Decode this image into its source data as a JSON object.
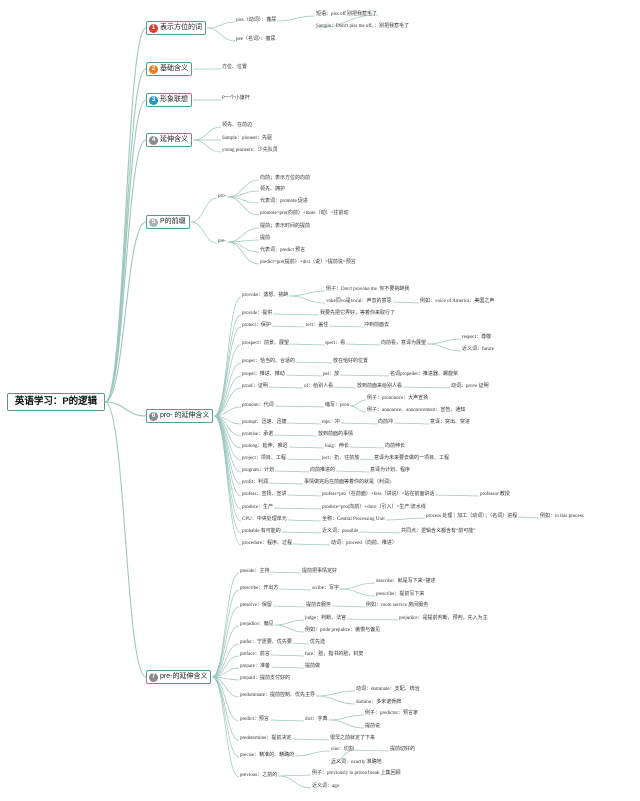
{
  "root": {
    "title": "英语学习：P的逻辑"
  },
  "branches": [
    {
      "num": "1",
      "color": "#e03c31",
      "label": "表示方位的词"
    },
    {
      "num": "2",
      "color": "#f07c1c",
      "label": "基础含义"
    },
    {
      "num": "3",
      "color": "#2196c8",
      "label": "形象联想"
    },
    {
      "num": "4",
      "color": "#8a8a8a",
      "label": "延伸含义"
    },
    {
      "num": "5",
      "color": "#b0b0b0",
      "label": "P的前缀"
    },
    {
      "num": "6",
      "color": "#8a8a8a",
      "label": "pro- 的延伸含义"
    },
    {
      "num": "7",
      "color": "#8a8a8a",
      "label": "pre-的延伸含义"
    }
  ],
  "nodes": [
    "piss（动词）：撒尿",
    "短语：piss off 别把我惹毛了",
    "Sample：Dont't piss me off。：别把我惹毛了",
    "pee（名词）：撒尿",
    "方位、位置",
    "P一个小旗杆",
    "领先、在前边",
    "Sample：pioneer：先驱",
    "young pioneers：少先队员",
    "pro-",
    "向前；表示方位的向前",
    "领先、拥护",
    "代表词：promote 促进",
    "promote=pro(向前）+mote（动）=往前动",
    "pre-",
    "提前；表示时间的提前",
    "提前",
    "代表词：predict 预言",
    "predict=pre(提前）+dict（说）=提前说=预言",
    "provoke：激怒、挑衅",
    "例子：Don't provoke me. 你不要挑衅我",
    "voke同vo是vocal：声音的意思",
    "例如：voice of America：美国之声",
    "provide：提供",
    "我要先把它弄好，等着你来取行了",
    "protect：保护",
    "tect：盖住",
    "冲到前面去",
    "prospect：前景、展望",
    "spect：看",
    "向前看，意译为展望",
    "respect：尊敬",
    "近义词：future",
    "proper：恰当的、合适的",
    "放在恰好的位置",
    "propel：推进、推动",
    "pel：放",
    "名词propeller：推进器、螺旋桨",
    "proof：证明",
    "of：给别人看",
    "放到前面来给别人看",
    "动词：prove 证明",
    "pronoun：代词",
    "缩写：pron",
    "例子：pronounce：大声宣扬",
    "例子：announce、announcement：宣告、通知",
    "prompt：迅速、迅捷",
    "mpt：冲",
    "向前冲",
    "意译：突出、突进",
    "promise：承诺",
    "放到前面的事情",
    "prolong：延伸、推迟",
    "long：伸长",
    "向前伸长",
    "project：项目、工程",
    "ject：扔、往前放",
    "意译为未来要去做的一项目、工程",
    "program：计划",
    "向前推进的",
    "意译为计划、程序",
    "profit：利润",
    "事情做完后在前面等着你的就是（利润)",
    "profess：宣扬、宣讲",
    "profess=pro（在前面）+fess（讲说）=站在前面讲话",
    "professor 教授",
    "produce：生产",
    "produce=pro(向前）+duce（引入）=生产/流水线",
    "CPU：中央处理单元",
    "全称：Central Processing Unit",
    "process 处理｜加工（动词）；（名词）进程",
    "例如：in this process",
    "probable 有可能的",
    "近义词：possible",
    "共同点：逻辑含义都含有“前可能”",
    "procedure：程序、过程",
    "动词：proceed（向前、推进）",
    "preside：主持",
    "提前把事情定好",
    "prescribe：开出方",
    "scribe：写字",
    "describe：就是写下来=描述",
    "prescribe：提前写下来",
    "preserve：保留",
    "提前去服务",
    "例如：room service 房间服务",
    "prejudice：偏见",
    "judge：判断、法官",
    "prejudice：是提前判断，预判，先入为主",
    "例如：pride prejudice：傲慢与偏见",
    "prefer：宁愿要、优先要",
    "优先选",
    "preface：前言",
    "face：脸，指书的脸，封皮",
    "prepare：准备",
    "提前做",
    "prepaid：提前支付好的",
    "predominate：提前控制、优先主导",
    "动词：dominate：支配、统治",
    "domino：多米诺骨牌",
    "predict：预言",
    "dict：字典",
    "例子：predictor：预言家",
    "提前说",
    "predetermine：提前决定",
    "很早之前就定了下来",
    "precise：精准的、精确的",
    "cise：切割",
    "提前切好的",
    "近义词：exactly 准确地",
    "previous：之前的",
    "例子：previously in prison break 上集回顾",
    "近义词：ago"
  ]
}
